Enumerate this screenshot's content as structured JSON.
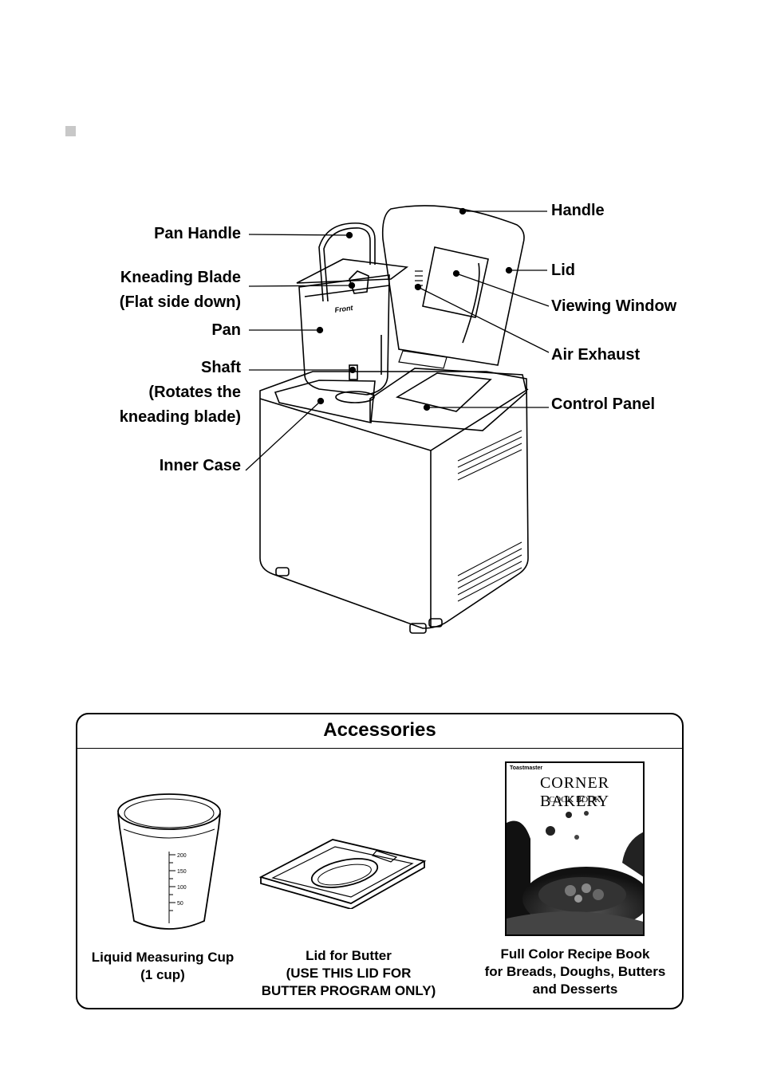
{
  "labels": {
    "pan_handle": "Pan Handle",
    "kneading_blade_1": "Kneading Blade",
    "kneading_blade_2": "(Flat side down)",
    "pan": "Pan",
    "shaft_1": "Shaft",
    "shaft_2": "(Rotates the",
    "shaft_3": "kneading blade)",
    "inner_case": "Inner Case",
    "handle": "Handle",
    "lid": "Lid",
    "viewing_window": "Viewing Window",
    "air_exhaust": "Air Exhaust",
    "control_panel": "Control Panel",
    "pan_front": "Front"
  },
  "cup_scale": [
    "200",
    "150",
    "100",
    "50"
  ],
  "accessories": {
    "title": "Accessories",
    "cup_1": "Liquid Measuring Cup",
    "cup_2": "(1 cup)",
    "butter_1": "Lid for Butter",
    "butter_2": "(USE THIS LID FOR",
    "butter_3": "BUTTER PROGRAM ONLY)",
    "book_1": "Full Color Recipe Book",
    "book_2": "for Breads, Doughs, Butters",
    "book_3": "and Desserts",
    "book_brand": "Toastmaster",
    "book_title": "CORNER BAKERY",
    "book_subtitle": "COOK BOOK"
  }
}
